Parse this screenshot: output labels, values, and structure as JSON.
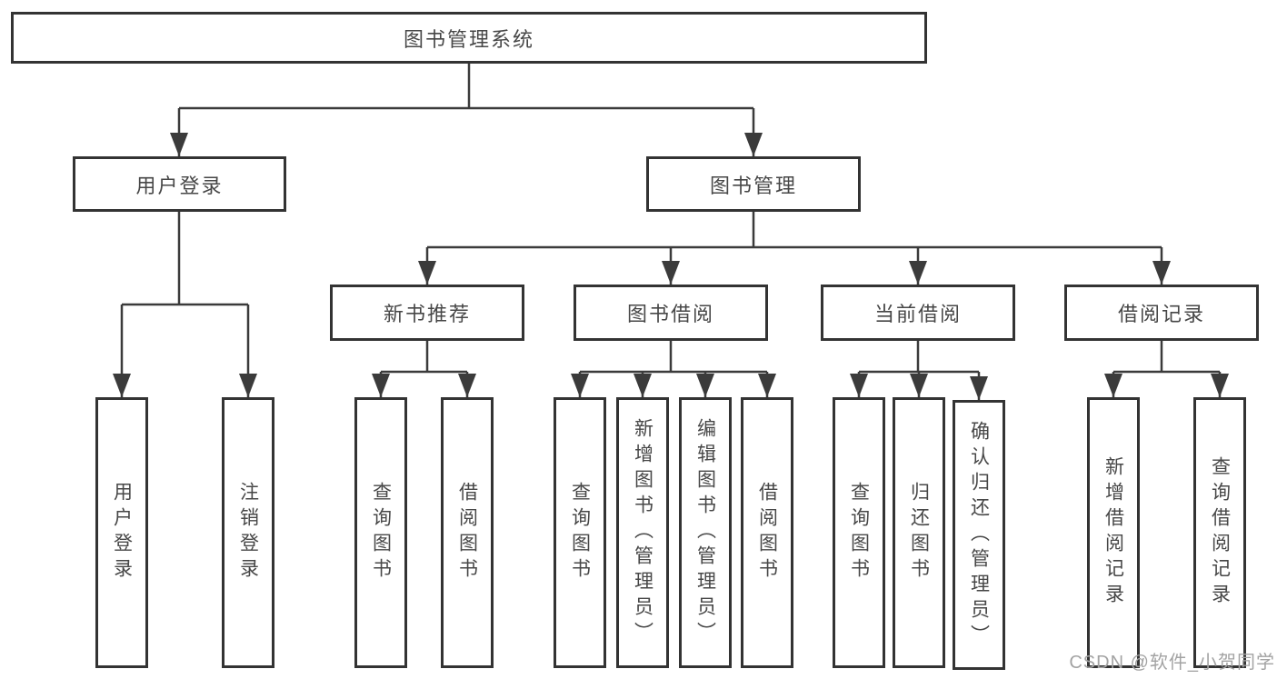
{
  "diagram": {
    "root": {
      "label": "图书管理系统"
    },
    "level2": [
      {
        "label": "用户登录"
      },
      {
        "label": "图书管理"
      }
    ],
    "level3": [
      {
        "label": "新书推荐"
      },
      {
        "label": "图书借阅"
      },
      {
        "label": "当前借阅"
      },
      {
        "label": "借阅记录"
      }
    ],
    "leaves": [
      {
        "label": "用户登录"
      },
      {
        "label": "注销登录"
      },
      {
        "label": "查询图书"
      },
      {
        "label": "借阅图书"
      },
      {
        "label": "查询图书"
      },
      {
        "label": "新增图书（管理员）"
      },
      {
        "label": "编辑图书（管理员）"
      },
      {
        "label": "借阅图书"
      },
      {
        "label": "查询图书"
      },
      {
        "label": "归还图书"
      },
      {
        "label": "确认归还（管理员）"
      },
      {
        "label": "新增借阅记录"
      },
      {
        "label": "查询借阅记录"
      }
    ]
  },
  "watermark": {
    "text": "CSDN @软件_小贺同学"
  },
  "colors": {
    "line": "#3b3b3b",
    "border": "#333333",
    "text": "#474747",
    "watermark": "#a3a3a3",
    "background": "#ffffff"
  }
}
